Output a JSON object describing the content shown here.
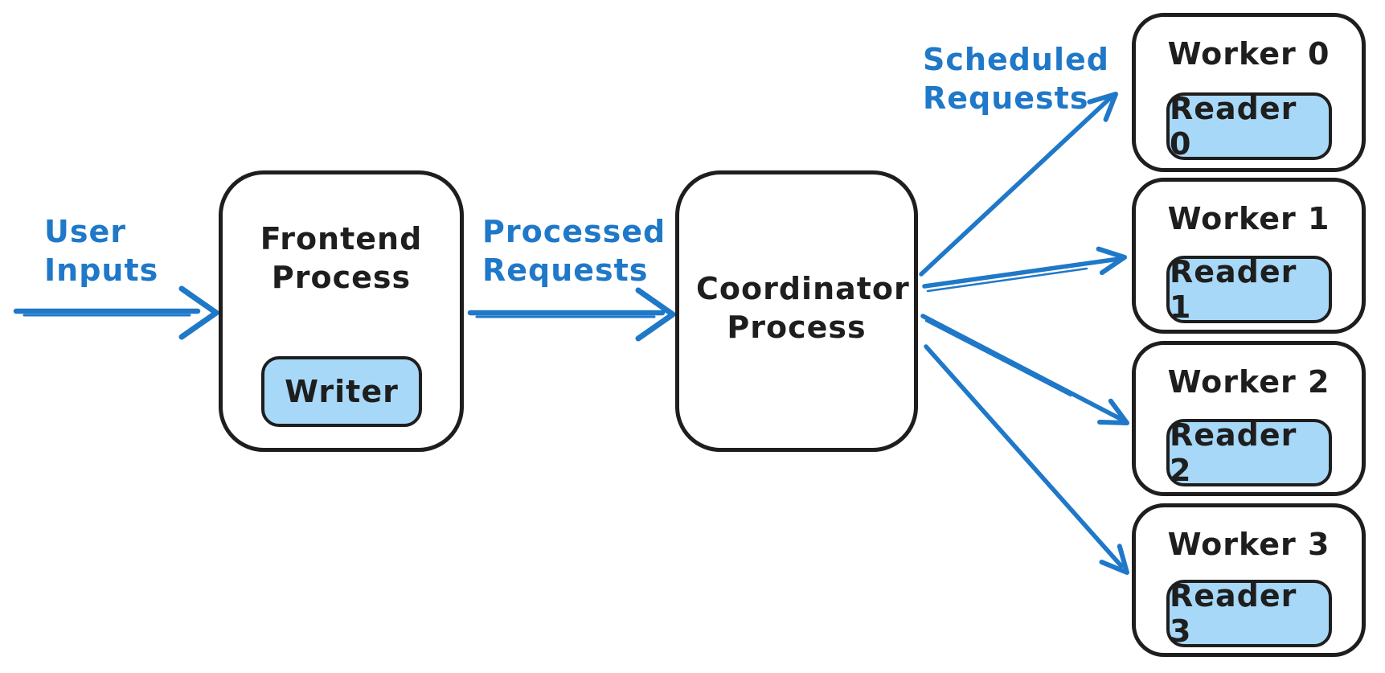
{
  "diagram": {
    "colors": {
      "background": "#ffffff",
      "box_stroke": "#1e1e1e",
      "accent_blue": "#1f78c8",
      "inner_fill": "#a7d8f8",
      "text": "#1e1e1e"
    },
    "labels": {
      "user_inputs": "User Inputs",
      "processed_requests": "Processed Requests",
      "scheduled_requests": "Scheduled Requests"
    },
    "nodes": {
      "frontend": {
        "title": "Frontend Process",
        "inner": "Writer"
      },
      "coordinator": {
        "title": "Coordinator Process"
      },
      "workers": [
        {
          "title": "Worker 0",
          "inner": "Reader 0"
        },
        {
          "title": "Worker 1",
          "inner": "Reader 1"
        },
        {
          "title": "Worker 2",
          "inner": "Reader 2"
        },
        {
          "title": "Worker 3",
          "inner": "Reader 3"
        }
      ]
    }
  }
}
